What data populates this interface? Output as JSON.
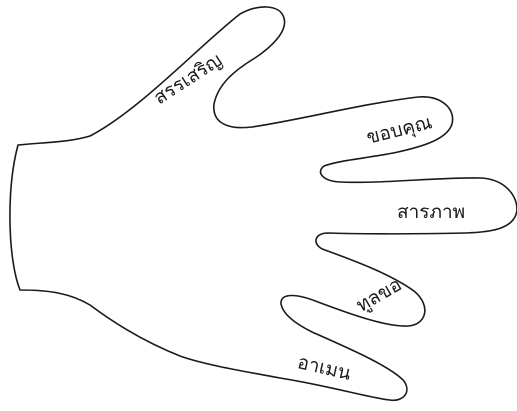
{
  "diagram": {
    "fingers": [
      {
        "id": "thumb",
        "label": "สรรเสริญ"
      },
      {
        "id": "index",
        "label": "ขอบคุณ"
      },
      {
        "id": "middle",
        "label": "สารภาพ"
      },
      {
        "id": "ring",
        "label": "ทูลขอ"
      },
      {
        "id": "little",
        "label": "อาเมน"
      }
    ],
    "colors": {
      "outline": "#1a1a1a",
      "fill": "#ffffff",
      "text": "#1a1a1a"
    }
  }
}
